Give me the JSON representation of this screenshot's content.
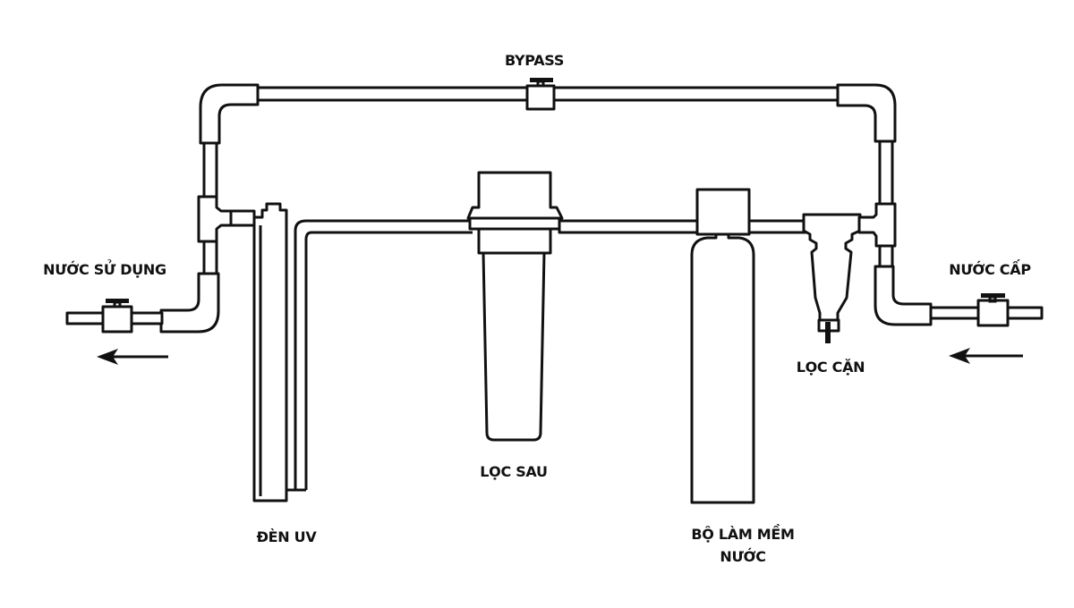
{
  "labels": {
    "bypass": "BYPASS",
    "outlet": "NƯỚC SỬ DỤNG",
    "inlet": "NƯỚC CẤP",
    "sediment_filter": "LỌC CẶN",
    "post_filter": "LỌC SAU",
    "uv_lamp": "ĐÈN UV",
    "softener_line1": "BỘ LÀM MỀM",
    "softener_line2": "NƯỚC"
  },
  "colors": {
    "line": "#111111",
    "background": "#ffffff"
  }
}
